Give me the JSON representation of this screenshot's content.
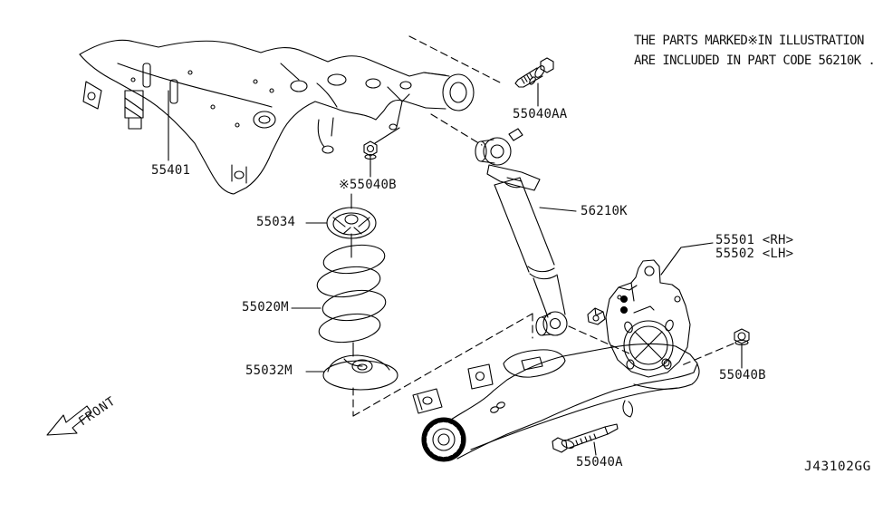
{
  "page": {
    "background_color": "#ffffff",
    "line_color": "#000000",
    "description_note": {
      "line1": "THE PARTS MARKED※IN ILLUSTRATION",
      "line2": "ARE INCLUDED IN PART CODE 56210K ."
    },
    "diagram_code": "J43102GG",
    "front_arrow_label": "FRONT"
  },
  "part_labels": {
    "suspension_member": "55401",
    "bolt_upper": "55040AA",
    "nut_marked": "※55040B",
    "spring_seat_upper": "55034",
    "coil_spring": "55020M",
    "spring_seat_lower": "55032M",
    "shock_absorber_kit": "56210K",
    "arm_housing_rh": "55501 <RH>",
    "arm_housing_lh": "55502 <LH>",
    "nut_lower_right": "55040B",
    "bolt_lower": "55040A"
  }
}
